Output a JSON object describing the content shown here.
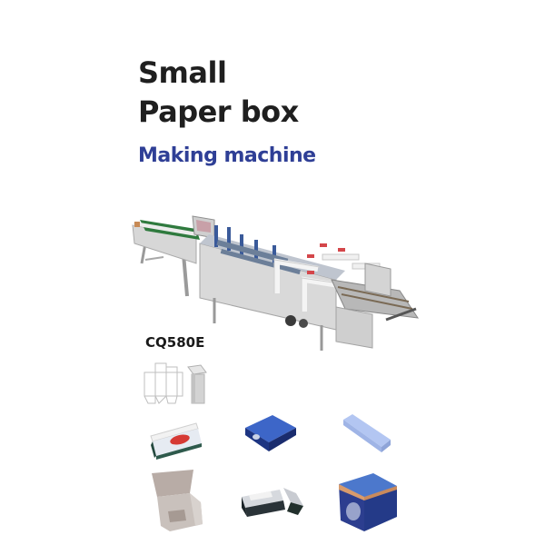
{
  "header": {
    "title_line1": "Small",
    "title_line2": "Paper box",
    "subtitle": "Making machine"
  },
  "machine": {
    "model": "CQ580E",
    "image_label": "folder-gluer-machine"
  },
  "products": [
    {
      "name": "tissue-box-open",
      "color": "#2e6a55"
    },
    {
      "name": "blue-square-box",
      "color": "#2a4fa8"
    },
    {
      "name": "light-blue-long-box",
      "color": "#a9bff0"
    },
    {
      "name": "kraft-open-box",
      "color": "#b5aca6"
    },
    {
      "name": "dark-tuck-box",
      "color": "#1f2a30"
    },
    {
      "name": "printed-cube-box",
      "color": "#2b3f8f"
    }
  ],
  "colors": {
    "title": "#1f1f1f",
    "subtitle": "#2f3f96",
    "background": "#ffffff"
  }
}
